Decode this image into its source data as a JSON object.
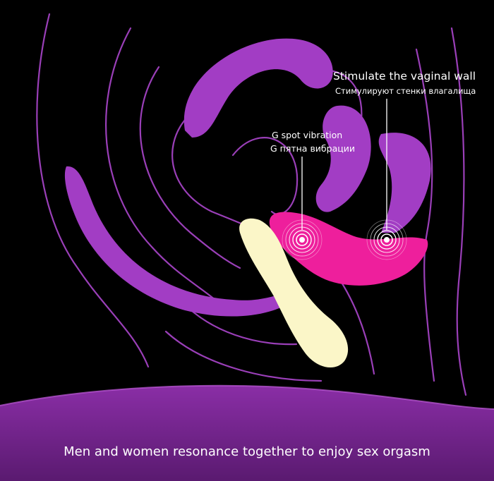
{
  "annotations": {
    "vaginal_wall_en": "Stimulate the vaginal wall",
    "vaginal_wall_ru": "Стимулируют стенки влагалища",
    "g_spot_en": "G spot vibration",
    "g_spot_ru": "G пятна вибрации"
  },
  "footer": {
    "caption": "Men and women resonance together to enjoy sex orgasm"
  },
  "colors": {
    "background": "#000000",
    "anatomy_outline": "#9a3fb8",
    "anatomy_fill": "#a23dc4",
    "device_pink": "#ee1f9c",
    "device_cream": "#fbf6c8",
    "footer_band": "#6a1f80",
    "text": "#ffffff"
  },
  "icons": [
    "vibration-rings-icon"
  ]
}
